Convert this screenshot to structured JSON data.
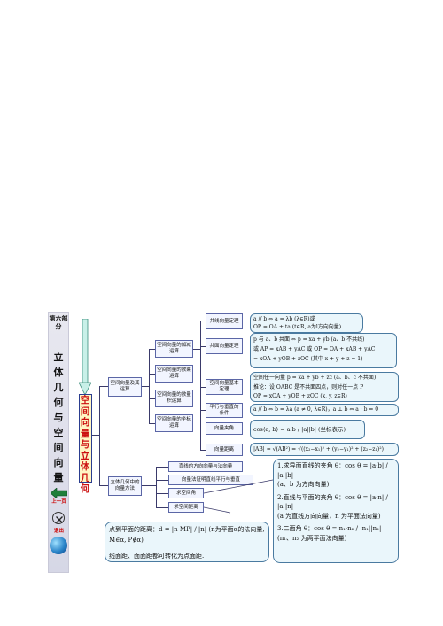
{
  "side": {
    "part_label": "第六部分",
    "subject_chars": [
      "立",
      "体",
      "几",
      "何",
      "与",
      "空",
      "间",
      "向",
      "量"
    ],
    "prev_label": "上一页",
    "exit_label": "退出"
  },
  "vertical_title": "空间向量与立体几何",
  "left_nodes": {
    "ops": "空间向量及其运算",
    "methods": "立体几何中的向量方法"
  },
  "ops_children": [
    "空间向量的加减运算",
    "空间向量的数乘运算",
    "空间向量的数量积运算",
    "空间向量的坐标运算"
  ],
  "concept_nodes": [
    "共线向量定理",
    "共面向量定理",
    "空间向量基本定理",
    "平行与垂直的条件",
    "向量夹角",
    "向量距离"
  ],
  "formulas": {
    "collinear": [
      "a // b ⇔ a = λb (λ∈R)或",
      "OP = OA + ta (t∈R, a为l方向向量)"
    ],
    "coplanar": [
      "p 与 a、b 共面 ⇔ p = xa + yb (a、b 不共线)",
      "或 AP = xAB + yAC 或 OP = OA + xAB + yAC",
      "= xOA + yOB + zOC (其中 x + y + z = 1)"
    ],
    "basis": [
      "空间任一向量 p = xa + yb + zc (a、b、c 不共面)",
      "推论：设 OABC 是不共面四点，则对任一点 P",
      "OP = xOA + yOB + zOC (x, y, z∈R)"
    ],
    "parallel": "a // b ⇔ b = λa (a ≠ 0, λ∈R)，a ⊥ b ⇔ a · b = 0",
    "angle": "cos⟨a, b⟩ = a·b / |a||b|  (坐标表示)",
    "distance": "|AB| = √(AB²) = √((x₂−x₁)² + (y₂−y₁)² + (z₂−z₁)²)"
  },
  "method_items": [
    "直线的方向向量与法向量",
    "向量法证明直线平行与垂直",
    "求空间角",
    "求空间距离"
  ],
  "angles_box": [
    "1.求异面直线的夹角 θ：cos θ = |a·b| / |a||b|",
    "(a、b 为方向向量)",
    "2.直线与平面的夹角 θ：cos θ = |a·n| / |a||n|",
    "(a 为直线方向向量，n 为平面法向量)",
    "3.二面角 θ：cos θ = n₁·n₂ / |n₁||n₂|",
    "(n₁、n₂ 为两平面法向量)"
  ],
  "distance_box": [
    "点到平面的距离：d = |n·MP| / |n|  (n为平面α的法向量, M∈α, P∉α)",
    "线面距、面面距都可转化为点面距."
  ]
}
